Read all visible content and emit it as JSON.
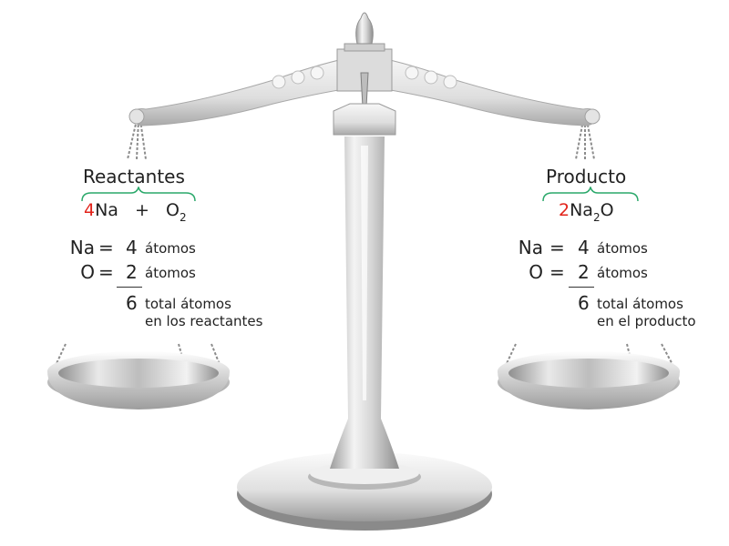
{
  "reactants": {
    "title": "Reactantes",
    "formula": {
      "coef1": "4",
      "species1": "Na",
      "plus": "+",
      "species2": "O",
      "species2_sub": "2"
    },
    "rows": [
      {
        "element": "Na",
        "equals": "=",
        "count": "4",
        "unit": "átomos"
      },
      {
        "element": "O",
        "equals": "=",
        "count": "2",
        "unit": "átomos"
      }
    ],
    "total": {
      "count": "6",
      "line1": "total átomos",
      "line2": "en los reactantes"
    }
  },
  "products": {
    "title": "Producto",
    "formula": {
      "coef": "2",
      "species_a": "Na",
      "species_a_sub": "2",
      "species_b": "O"
    },
    "rows": [
      {
        "element": "Na",
        "equals": "=",
        "count": "4",
        "unit": "átomos"
      },
      {
        "element": "O",
        "equals": "=",
        "count": "2",
        "unit": "átomos"
      }
    ],
    "total": {
      "count": "6",
      "line1": "total átomos",
      "line2": "en el producto"
    }
  },
  "colors": {
    "coefficient": "#e2231a",
    "bracket": "#2aa86a",
    "metal_light": "#f2f2f2",
    "metal_mid": "#c9c9c9",
    "metal_dark": "#8a8a8a"
  }
}
